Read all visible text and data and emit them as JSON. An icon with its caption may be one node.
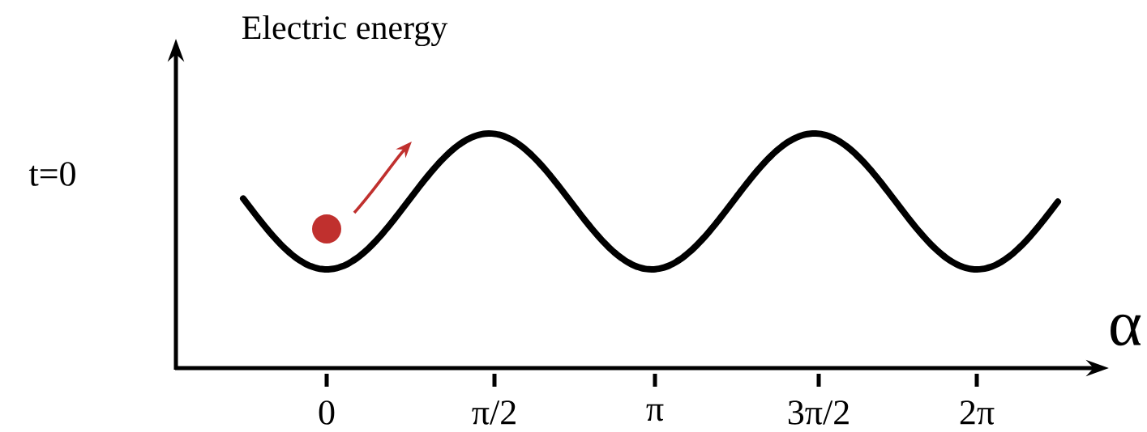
{
  "diagram": {
    "labels": [
      "Electric energy",
      "t=0",
      "α",
      "0",
      "π/2",
      "π",
      "3π/2",
      "2π"
    ]
  }
}
